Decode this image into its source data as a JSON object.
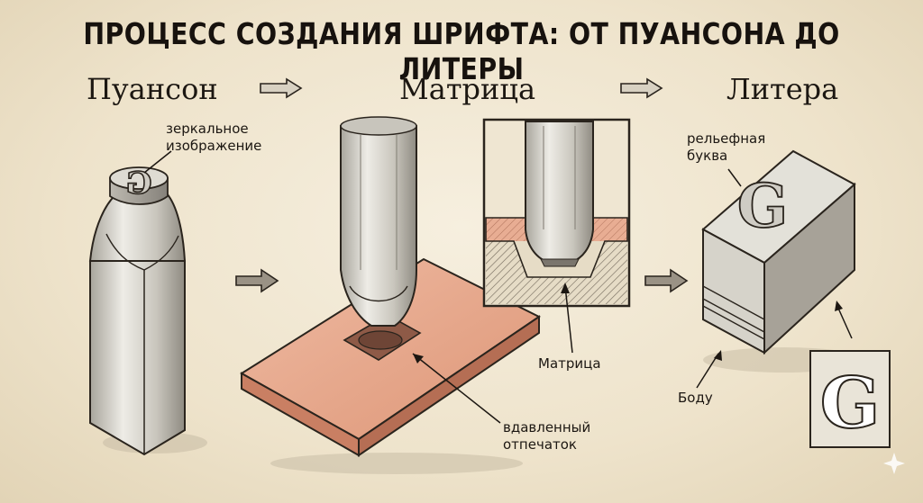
{
  "title": "ПРОЦЕСС СОЗДАНИЯ ШРИФТА: ОТ ПУАНСОНА ДО ЛИТЕРЫ",
  "stages": [
    "Пуансон",
    "Матрица",
    "Литера"
  ],
  "labels": {
    "mirror_line1": "зеркальное",
    "mirror_line2": "изображение",
    "pressed_line1": "вдавленный",
    "pressed_line2": "отпечаток",
    "matrix": "Матрица",
    "relief_line1": "рельефная",
    "relief_line2": "буква",
    "body": "Боду"
  },
  "glyph": "G",
  "colors": {
    "paper": "#efe6d2",
    "ink": "#1c1712",
    "copper": "#e7a98f",
    "metal": "#d9d7cf"
  }
}
